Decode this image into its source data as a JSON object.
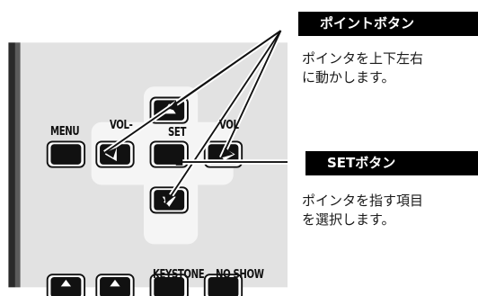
{
  "labels": {
    "menu": "MENU",
    "vol_minus": "VOL-",
    "set": "SET",
    "vol_plus": "VOL",
    "keystone": "KEYSTONE",
    "no_show": "NO SHOW"
  },
  "callouts": [
    {
      "title": "ポイントボタン",
      "description": "ポインタを上下左右\nに動かします。"
    },
    {
      "title": "SETボタン",
      "description": "ポインタを指す項目\nを選択します。"
    }
  ]
}
